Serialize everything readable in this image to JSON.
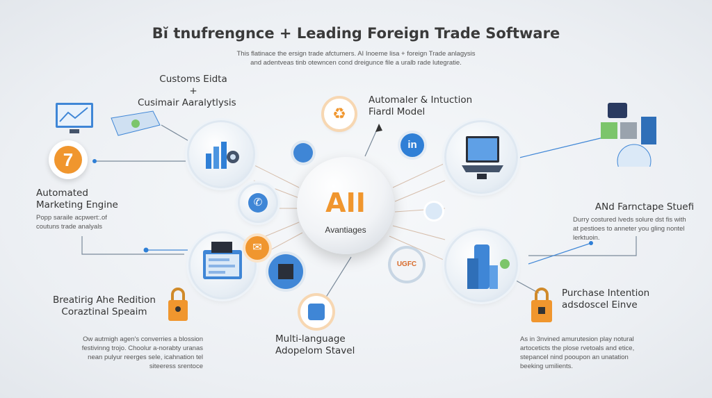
{
  "header": {
    "title": "Bĭ tnufrengnce + Leading Foreign Trade Software",
    "subtitle_line1": "This flatinace the ersign trade afctumers. AI Inoeme lisa + foreign Trade anlagysis",
    "subtitle_line2": "and adentveas tinb otewncen cond dreigunce file a uralb rade lutegratie."
  },
  "center": {
    "label_big": "AII",
    "label_small": "Avantiages"
  },
  "nodes": {
    "customs": {
      "line1": "Customs Eidta",
      "line2": "+",
      "line3": "Cusimair Aaralytlysis"
    },
    "marketing": {
      "title1": "Automated",
      "title2": "Marketing Engine",
      "desc1": "Popp saraile acpwert:.of",
      "desc2": "coutuns trade analyals"
    },
    "breaking": {
      "title1": "Breatirig Ahe Redition",
      "title2": "Coraztinal Speaim",
      "desc1": "Ow autmigh agen's converries a blossion",
      "desc2": "festivinng trojo. Choolur a-norabty uranas",
      "desc3": "nean pulyur reerges sele, icahnation tel",
      "desc4": "siteeress srentoce"
    },
    "multilang": {
      "title1": "Multi-language",
      "title2": "Adopelom Stavel"
    },
    "automaler": {
      "title1": "Automaler & Intuction",
      "title2": "Fiardl Model"
    },
    "and_fac": {
      "title": "ANd Farnctape Stuefi",
      "desc1": "Durry costured lveds solure dst fis with",
      "desc2": "at pestioes to anneter you gling nontel",
      "desc3": "lerktuoin."
    },
    "purchase": {
      "title1": "Purchase Intention",
      "title2": "adsdoscel Einve",
      "desc1": "As in 3nvined amurutesion play notural",
      "desc2": "artoceticts the plose rvetoals and etice,",
      "desc3": "stepancel nind pooupon an unatation",
      "desc4": "beeking umilients."
    }
  },
  "badges": {
    "linkedin": "in",
    "ugc": "UGFC"
  },
  "colors": {
    "accent": "#2f7fd6",
    "orange": "#f0962e",
    "text": "#333333"
  }
}
